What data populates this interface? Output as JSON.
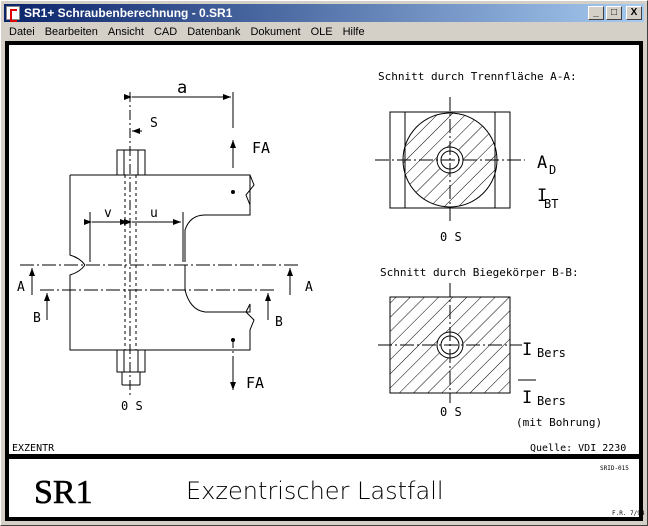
{
  "window": {
    "title": "SR1+  Schraubenberechnung  - 0.SR1",
    "minimize": "_",
    "maximize": "□",
    "close": "X"
  },
  "menu": [
    "Datei",
    "Bearbeiten",
    "Ansicht",
    "CAD",
    "Datenbank",
    "Dokument",
    "OLE",
    "Hilfe"
  ],
  "drawing": {
    "dim_a": "a",
    "dim_s": "S",
    "dim_v": "v",
    "dim_u": "u",
    "force_top": "FA",
    "force_bottom": "FA",
    "sec_a_left": "A",
    "sec_a_right": "A",
    "sec_b_left": "B",
    "sec_b_right": "B",
    "os_left": "0 S",
    "section_aa_title": "Schnitt durch Trennfläche  A-A:",
    "ad": "A",
    "ad_sub": "D",
    "ibt": "I",
    "ibt_sub": "BT",
    "os_aa": "0 S",
    "section_bb_title": "Schnitt durch Biegekörper  B-B:",
    "ibers": "I",
    "ibers_sub": "Bers",
    "ibers2": "I",
    "ibers2_sub": "Bers",
    "mit_bohrung": "(mit Bohrung)",
    "os_bb": "0 S",
    "code": "EXZENTR",
    "source": "Quelle:  VDI  2230"
  },
  "titleblock": {
    "logo": "SR1",
    "title": "Exzentrischer  Lastfall",
    "sheet_id": "SRID-015",
    "rev": "F.R. 7/94"
  }
}
